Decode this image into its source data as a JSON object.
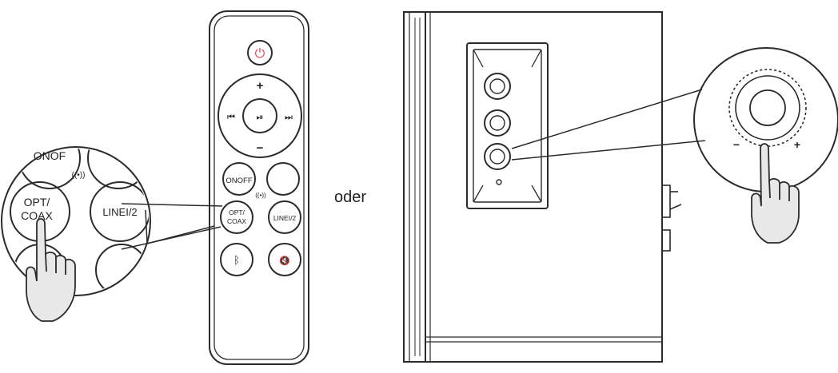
{
  "remote": {
    "power_glyph": "⏻",
    "vol_up": "+",
    "vol_down": "−",
    "prev_glyph": "⏮",
    "next_glyph": "⏭",
    "play_glyph": "⏯",
    "onoff_label": "ONOFF",
    "eq_glyph": "((•))",
    "opt_coax_line1": "OPT/",
    "opt_coax_line2": "COAX",
    "line_label": "LINEI/2",
    "bt_glyph": "ᛒ",
    "mute_glyph": "🔇"
  },
  "zoom": {
    "onof_label": "ONOF",
    "eq_glyph": "((•))",
    "opt_coax_line1": "OPT/",
    "opt_coax_line2": "COAX",
    "line_label": "LINEI/2"
  },
  "separator": "oder",
  "knob_zoom": {
    "minus": "−",
    "plus": "+"
  },
  "colors": {
    "line": "#2b2b2b",
    "power_accent": "#d0465e"
  }
}
